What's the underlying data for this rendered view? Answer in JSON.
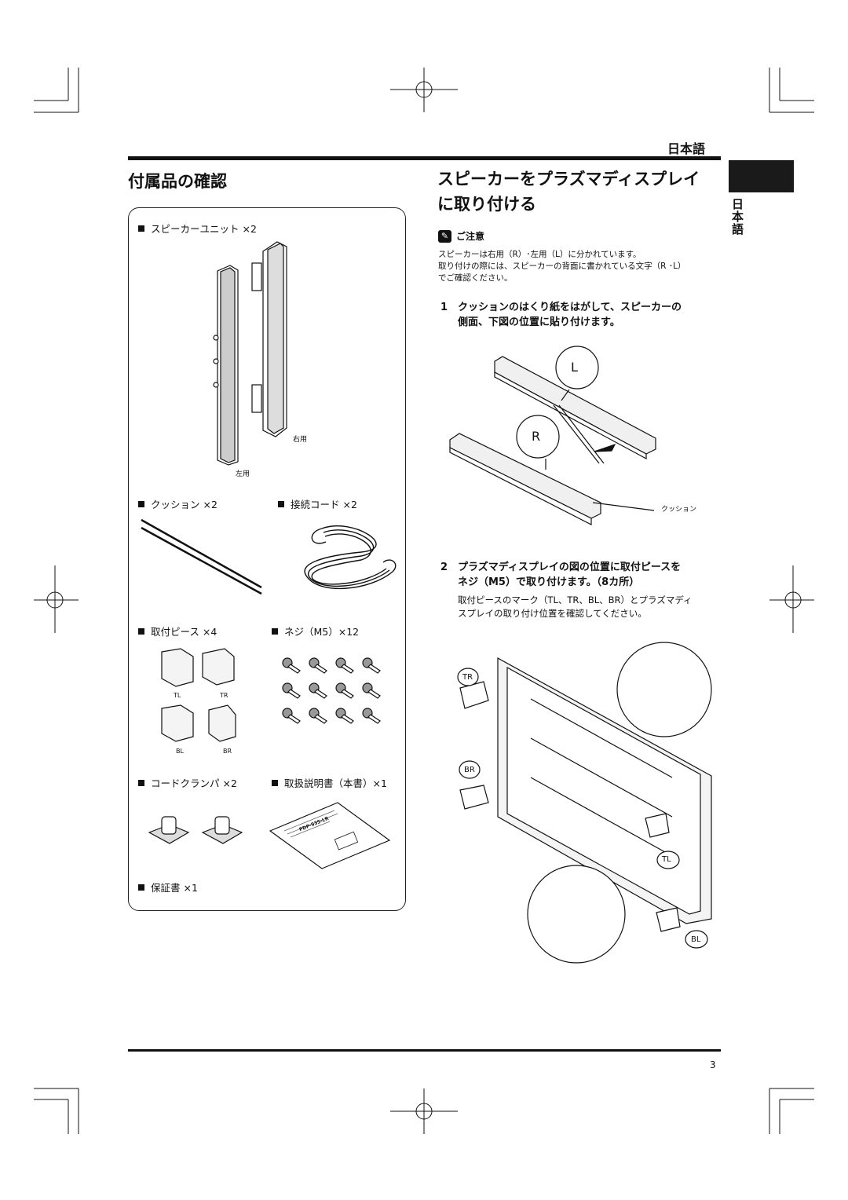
{
  "header": {
    "language_label": "日本語",
    "side_tab_label": "日本語"
  },
  "left": {
    "title": "付属品の確認",
    "items": {
      "speaker_unit": "スピーカーユニット ×2",
      "right_label": "右用",
      "left_label": "左用",
      "cushion": "クッション ×2",
      "cord": "接続コード ×2",
      "piece": "取付ピース ×4",
      "screw": "ネジ（M5）×12",
      "clamp": "コードクランパ ×2",
      "manual": "取扱説明書（本書）×1",
      "warranty": "保証書 ×1"
    },
    "piece_marks": [
      "TL",
      "TR",
      "BL",
      "BR"
    ],
    "manual_cover_text": "PDP-S35-LR"
  },
  "right": {
    "title_line1": "スピーカーをプラズマディスプレイ",
    "title_line2": "に取り付ける",
    "caution": {
      "title": "ご注意",
      "lines": [
        "スピーカーは右用（R）･左用（L）に分かれています。",
        "取り付けの際には、スピーカーの背面に書かれている文字（R ･L）",
        "でご確認ください。"
      ]
    },
    "step1": {
      "number": "1",
      "line1": "クッションのはくり紙をはがして、スピーカーの",
      "line2": "側面、下図の位置に貼り付けます。",
      "label_L": "L",
      "label_R": "R",
      "cushion_callout": "クッション"
    },
    "step2": {
      "number": "2",
      "line1": "プラズマディスプレイの図の位置に取付ピースを",
      "line2": "ネジ（M5）で取り付けます。（8カ所）",
      "note1": "取付ピースのマーク（TL、TR、BL、BR）とプラズマディ",
      "note2": "スプレイの取り付け位置を確認してください。",
      "markers": [
        "TR",
        "BR",
        "TL",
        "BL"
      ]
    }
  },
  "footer": {
    "page_number": "3"
  }
}
